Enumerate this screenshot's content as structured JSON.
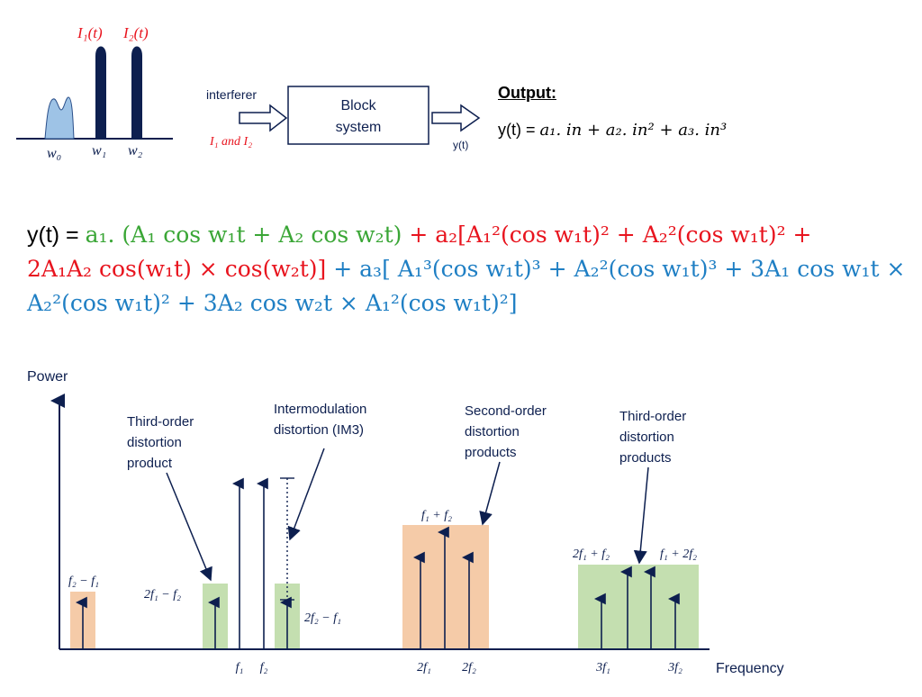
{
  "colors": {
    "navy": "#0d1f4f",
    "light_blue": "#9ec3e6",
    "red": "#e8141e",
    "green_text": "#3aa636",
    "blue_text": "#1f7fc4",
    "orange_fill": "#f5cba8",
    "green_fill": "#c4dfb0"
  },
  "top_diagram": {
    "label_i1": "I₁(t)",
    "label_i2": "I₂(t)",
    "label_w0": "w₀",
    "label_w1": "w₁",
    "label_w2": "w₂",
    "interferer_label": "interferer",
    "input_label": "I₁ and I₂",
    "block_line1": "Block",
    "block_line2": "system",
    "output_signal": "y(t)",
    "output_title": "Output:",
    "output_eq_prefix": "y(t) = ",
    "output_eq_math": "a₁. in +  a₂. in² + a₃. in³"
  },
  "equation": {
    "prefix": "y(t) = ",
    "line1_green": "a₁. (A₁ cos w₁t + A₂ cos w₂t)",
    "line1_red": " + a₂[A₁²(cos w₁t)² + A₂²(cos w₁t)² +",
    "line2_red": "2A₁A₂ cos(w₁t) × cos(w₂t)]",
    "line2_blue": "  +  a₃[ A₁³(cos w₁t)³ + A₂²(cos w₁t)³ + 3A₁ cos w₁t ×",
    "line3_blue": "A₂²(cos w₁t)² + 3A₂ cos w₂t × A₁²(cos w₁t)²]"
  },
  "spectrum": {
    "y_axis_label": "Power",
    "x_axis_label": "Frequency",
    "ann_third_order_product": [
      "Third-order",
      "distortion",
      "product"
    ],
    "ann_im3": [
      "Intermodulation",
      "distortion (IM3)"
    ],
    "ann_second_order": [
      "Second-order",
      "distortion",
      "products"
    ],
    "ann_third_order_products": [
      "Third-order",
      "distortion",
      "products"
    ],
    "lbl_f2_minus_f1": "f₂ − f₁",
    "lbl_2f1_minus_f2": "2f₁ − f₂",
    "lbl_2f2_minus_f1": "2f₂ − f₁",
    "lbl_f1_plus_f2": "f₁ + f₂",
    "lbl_2f1_plus_f2": "2f₁ + f₂",
    "lbl_f1_plus_2f2": "f₁ + 2f₂",
    "tick_f1": "f₁",
    "tick_f2": "f₂",
    "tick_2f1": "2f₁",
    "tick_2f2": "2f₂",
    "tick_3f1": "3f₁",
    "tick_3f2": "3f₂"
  }
}
